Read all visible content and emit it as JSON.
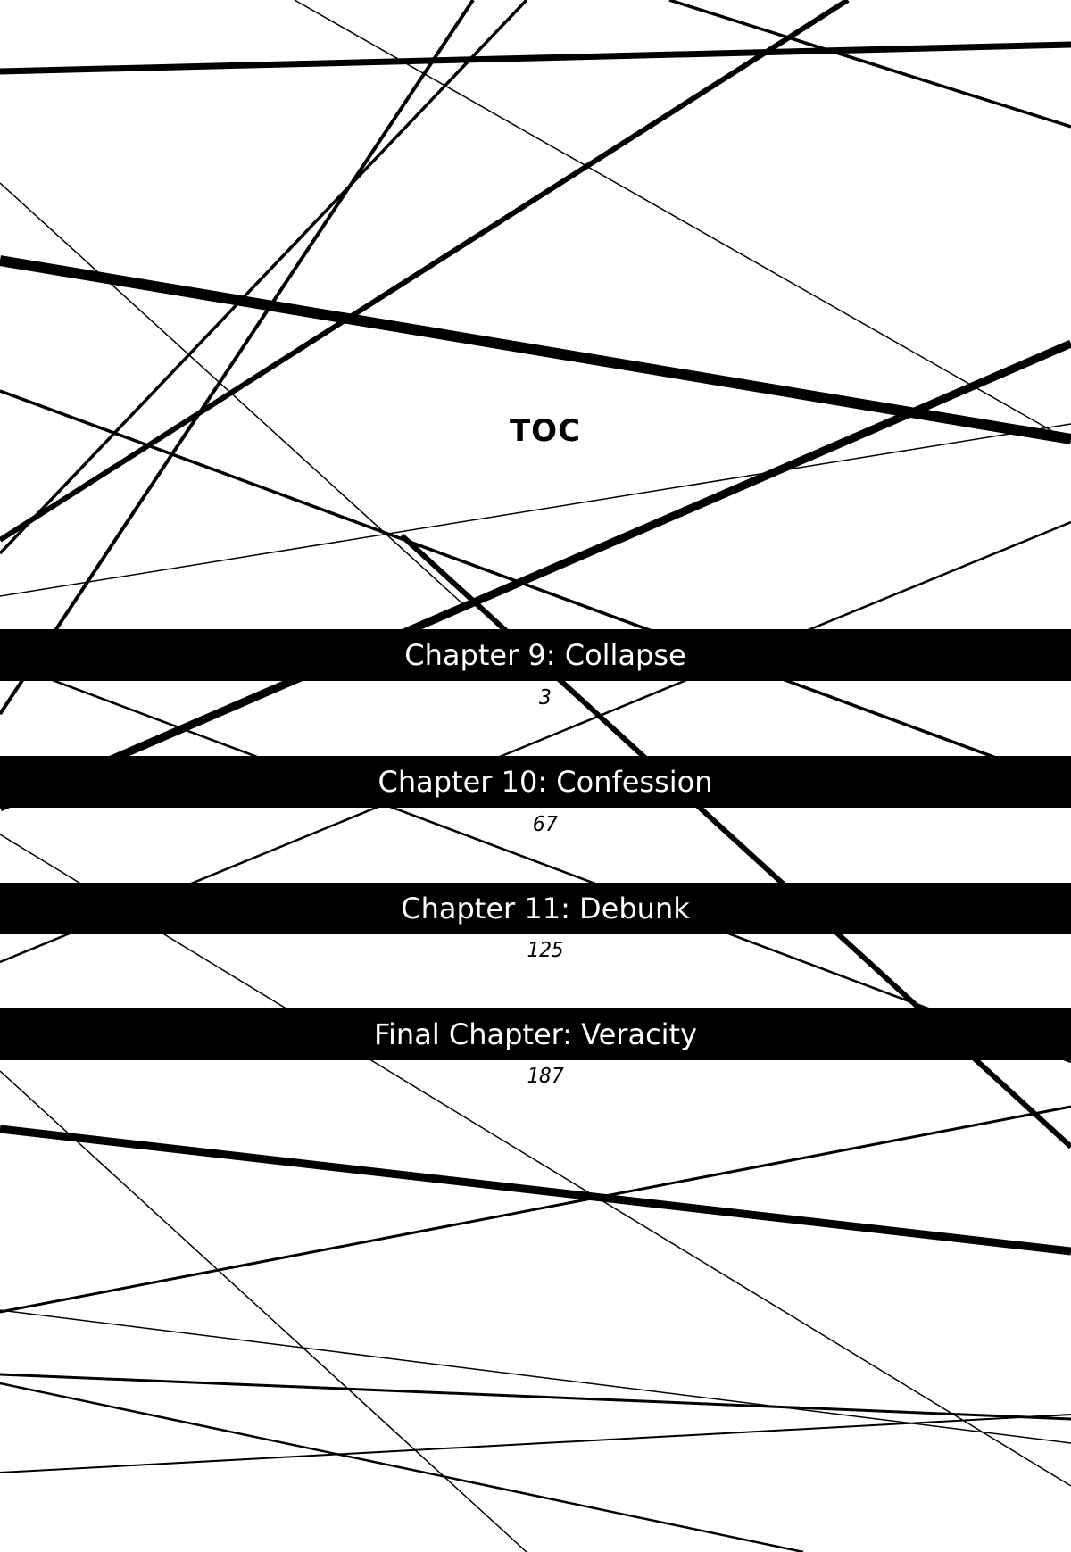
{
  "toc": {
    "title": "TOC",
    "entries": [
      {
        "label": "Chapter 9: Collapse",
        "page": "3"
      },
      {
        "label": "Chapter 10: Confession",
        "page": "67"
      },
      {
        "label": "Chapter 11: Debunk",
        "page": "125"
      },
      {
        "label": "Final Chapter: Veracity",
        "page": "187"
      }
    ]
  }
}
